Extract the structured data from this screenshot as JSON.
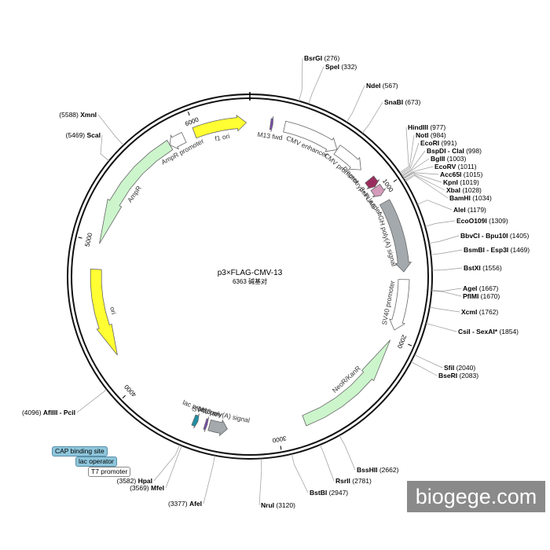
{
  "plasmid": {
    "name": "p3×FLAG-CMV-13",
    "size_text": "6363 碱基对"
  },
  "ticks": [
    {
      "label": "1000",
      "pos": 1000
    },
    {
      "label": "2000",
      "pos": 2000
    },
    {
      "label": "3000",
      "pos": 3000
    },
    {
      "label": "4000",
      "pos": 4000
    },
    {
      "label": "5000",
      "pos": 5000
    },
    {
      "label": "6000",
      "pos": 6000
    }
  ],
  "features": [
    {
      "name": "CMV enhancer",
      "start": 230,
      "end": 610,
      "ring": "inner",
      "color": "#ffffff"
    },
    {
      "name": "CMV promoter",
      "start": 610,
      "end": 815,
      "ring": "inner",
      "color": "#ffffff"
    },
    {
      "name": "preprotrypsin leader",
      "start": 900,
      "end": 960,
      "ring": "inner",
      "color": "#9b2d5e"
    },
    {
      "name": "3×FLAG",
      "start": 965,
      "end": 1030,
      "ring": "inner",
      "color": "#d59bbb"
    },
    {
      "name": "hGH poly(A) signal",
      "start": 1080,
      "end": 1560,
      "ring": "inner",
      "color": "#a3a9ad"
    },
    {
      "name": "SV40 promoter",
      "start": 1610,
      "end": 1950,
      "ring": "inner",
      "color": "#ffffff"
    },
    {
      "name": "NeoR/KanR",
      "start": 2020,
      "end": 2815,
      "ring": "inner",
      "color": "#ccf5cc"
    },
    {
      "name": "SV40 poly(A) signal",
      "start": 3330,
      "end": 3450,
      "ring": "inner",
      "color": "#a3a9ad"
    },
    {
      "name": "M13 rev",
      "start": 3465,
      "end": 3480,
      "ring": "inner",
      "color": "#7a4bb0"
    },
    {
      "name": "lac promoter",
      "start": 3530,
      "end": 3560,
      "ring": "inner",
      "color": "#1f8fa3"
    },
    {
      "name": "ori",
      "start": 4230,
      "end": 4820,
      "ring": "inner",
      "color": "#ffff33"
    },
    {
      "name": "AmpR",
      "start": 4990,
      "end": 5810,
      "ring": "inner",
      "color": "#ccf5cc"
    },
    {
      "name": "AmpR promoter",
      "start": 5810,
      "end": 5915,
      "ring": "inner",
      "color": "#ffffff"
    },
    {
      "name": "f1 ori",
      "start": 5990,
      "end": 6340,
      "ring": "inner",
      "color": "#ffff33"
    },
    {
      "name": "M13 fwd",
      "start": 136,
      "end": 152,
      "ring": "inner",
      "color": "#7a4bb0"
    }
  ],
  "sites": [
    {
      "name": "BsrGI",
      "pos_text": "(276)",
      "pos": 276
    },
    {
      "name": "SpeI",
      "pos_text": "(332)",
      "pos": 332
    },
    {
      "name": "NdeI",
      "pos_text": "(567)",
      "pos": 567
    },
    {
      "name": "SnaBI",
      "pos_text": "(673)",
      "pos": 673
    },
    {
      "name": "HindIII",
      "pos_text": "(977)",
      "pos": 977
    },
    {
      "name": "NotI",
      "pos_text": "(984)",
      "pos": 984
    },
    {
      "name": "EcoRI",
      "pos_text": "(991)",
      "pos": 991
    },
    {
      "name": "BspDI - ClaI",
      "pos_text": "(998)",
      "pos": 998
    },
    {
      "name": "BglII",
      "pos_text": "(1003)",
      "pos": 1003
    },
    {
      "name": "EcoRV",
      "pos_text": "(1011)",
      "pos": 1011
    },
    {
      "name": "Acc65I",
      "pos_text": "(1015)",
      "pos": 1015
    },
    {
      "name": "KpnI",
      "pos_text": "(1019)",
      "pos": 1019
    },
    {
      "name": "XbaI",
      "pos_text": "(1028)",
      "pos": 1028
    },
    {
      "name": "BamHI",
      "pos_text": "(1034)",
      "pos": 1034
    },
    {
      "name": "AleI",
      "pos_text": "(1179)",
      "pos": 1179
    },
    {
      "name": "EcoO109I",
      "pos_text": "(1309)",
      "pos": 1309
    },
    {
      "name": "BbvCI - Bpu10I",
      "pos_text": "(1405)",
      "pos": 1405
    },
    {
      "name": "BsmBI - Esp3I",
      "pos_text": "(1469)",
      "pos": 1469
    },
    {
      "name": "BstXI",
      "pos_text": "(1556)",
      "pos": 1556
    },
    {
      "name": "AgeI",
      "pos_text": "(1667)",
      "pos": 1667
    },
    {
      "name": "PflMI",
      "pos_text": "(1670)",
      "pos": 1670
    },
    {
      "name": "XcmI",
      "pos_text": "(1762)",
      "pos": 1762
    },
    {
      "name": "CsiI - SexAI*",
      "pos_text": "(1854)",
      "pos": 1854
    },
    {
      "name": "SfiI",
      "pos_text": "(2040)",
      "pos": 2040
    },
    {
      "name": "BseRI",
      "pos_text": "(2083)",
      "pos": 2083
    },
    {
      "name": "BssHII",
      "pos_text": "(2662)",
      "pos": 2662
    },
    {
      "name": "RsrII",
      "pos_text": "(2781)",
      "pos": 2781
    },
    {
      "name": "BstBI",
      "pos_text": "(2947)",
      "pos": 2947
    },
    {
      "name": "NruI",
      "pos_text": "(3120)",
      "pos": 3120
    },
    {
      "name": "AfeI",
      "pos_text": "(3377)",
      "pos": 3377
    },
    {
      "name": "MfeI",
      "pos_text": "(3569)",
      "pos": 3569
    },
    {
      "name": "HpaI",
      "pos_text": "(3582)",
      "pos": 3582
    },
    {
      "name": "AflIII - PciI",
      "pos_text": "(4096)",
      "pos": 4096
    },
    {
      "name": "ScaI",
      "pos_text": "(5469)",
      "pos": 5469
    },
    {
      "name": "XmnI",
      "pos_text": "(5588)",
      "pos": 5588
    }
  ],
  "legend_boxes": {
    "cap": "CAP binding site",
    "lac_operator": "lac operator",
    "t7": "T7 promoter"
  },
  "watermark": "biogege.com"
}
